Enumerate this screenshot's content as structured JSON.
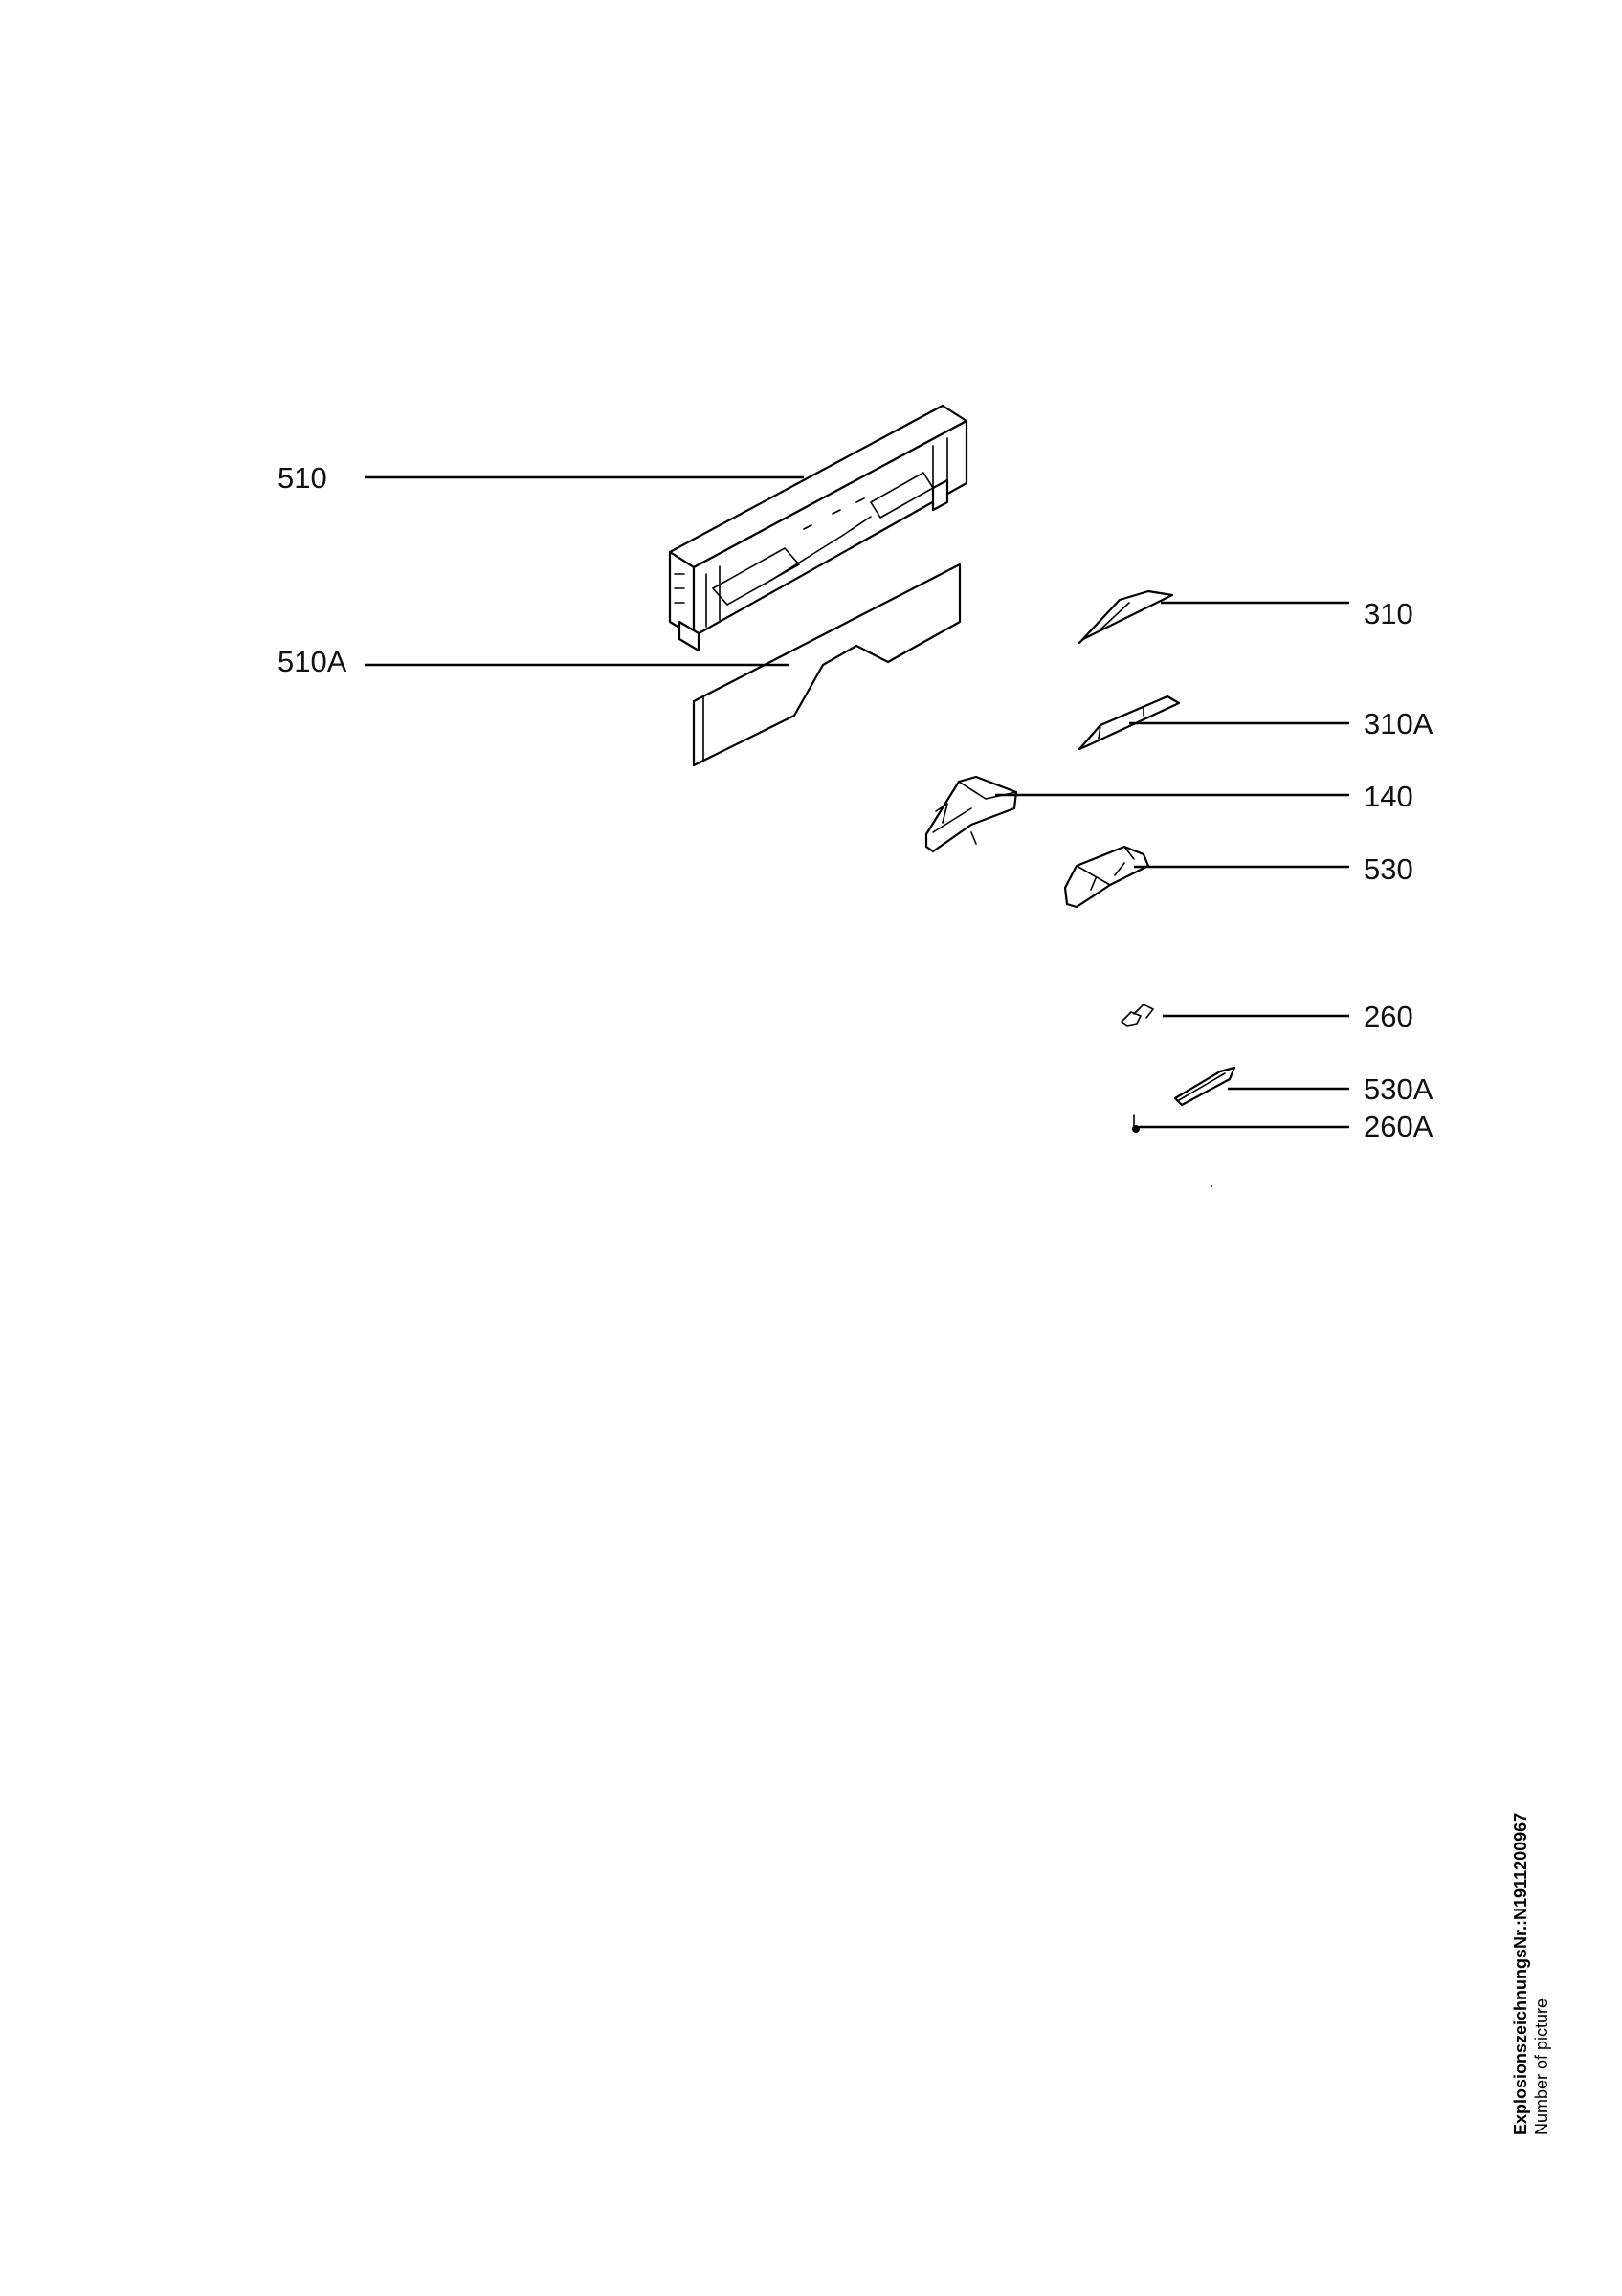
{
  "callouts": {
    "c510": "510",
    "c510A": "510A",
    "c310": "310",
    "c310A": "310A",
    "c140": "140",
    "c530": "530",
    "c260": "260",
    "c530A": "530A",
    "c260A": "260A"
  },
  "footer": {
    "drawing_number": "ExplosionszeichnungsNr.:N1911200967",
    "caption": "Number of picture"
  }
}
